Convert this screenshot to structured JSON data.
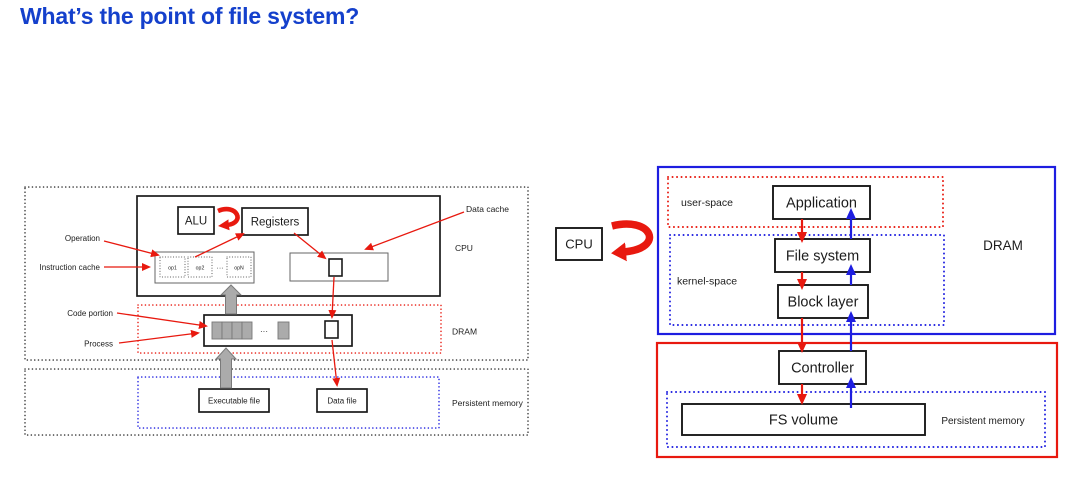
{
  "title": "What’s the point of file system?",
  "colors": {
    "title_blue": "#1440cc",
    "red": "#e8190f",
    "blue": "#1e1ee0",
    "gray_fill": "#ababab"
  },
  "left_diagram": {
    "alu": "ALU",
    "registers": "Registers",
    "operation": "Operation",
    "instruction_cache": "Instruction cache",
    "op1": "op1",
    "op2": "op2",
    "op_ellipsis": "···",
    "opN": "opN",
    "data_cache": "Data cache",
    "cpu": "CPU",
    "code_portion": "Code portion",
    "process": "Process",
    "process_ellipsis": "···",
    "dram": "DRAM",
    "executable_file": "Executable file",
    "data_file": "Data file",
    "persistent_memory": "Persistent memory"
  },
  "right_diagram": {
    "cpu": "CPU",
    "user_space": "user-space",
    "kernel_space": "kernel-space",
    "dram": "DRAM",
    "application": "Application",
    "file_system": "File system",
    "block_layer": "Block layer",
    "controller": "Controller",
    "fs_volume": "FS volume",
    "persistent_memory": "Persistent memory"
  }
}
